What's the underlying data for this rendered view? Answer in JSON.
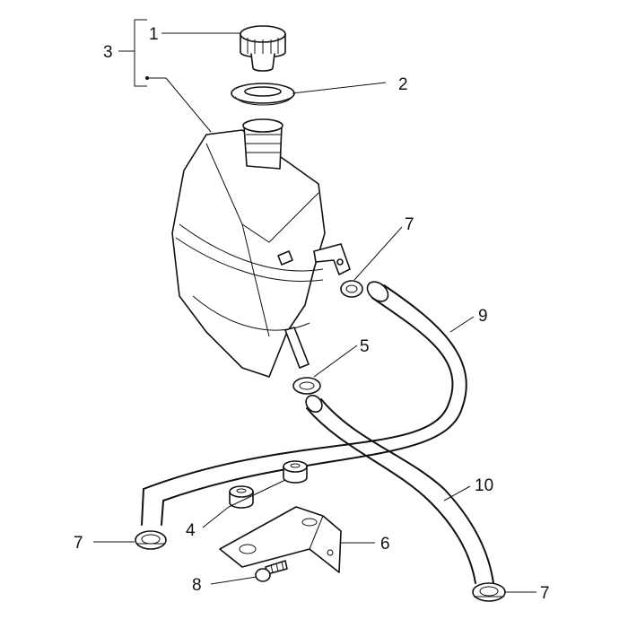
{
  "callouts": [
    {
      "id": "cap",
      "label": "1"
    },
    {
      "id": "gasket",
      "label": "2"
    },
    {
      "id": "assembly",
      "label": "3"
    },
    {
      "id": "rubber-mount",
      "label": "4"
    },
    {
      "id": "clamp-tank-outlet",
      "label": "5"
    },
    {
      "id": "bracket",
      "label": "6"
    },
    {
      "id": "clamp-upper-right",
      "label": "7"
    },
    {
      "id": "clamp-left",
      "label": "7"
    },
    {
      "id": "clamp-right",
      "label": "7"
    },
    {
      "id": "screw",
      "label": "8"
    },
    {
      "id": "hose-upper",
      "label": "9"
    },
    {
      "id": "hose-lower",
      "label": "10"
    }
  ]
}
